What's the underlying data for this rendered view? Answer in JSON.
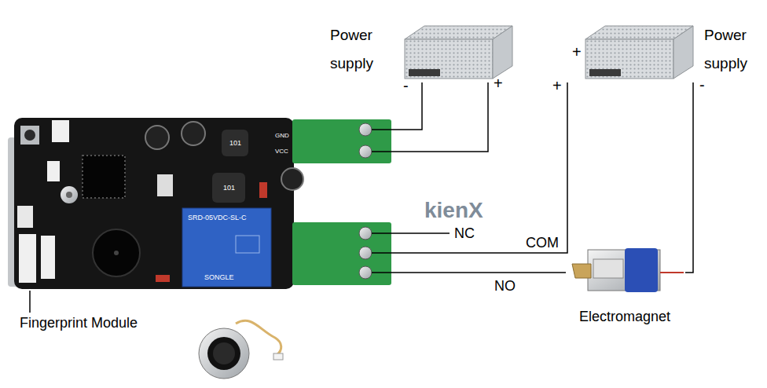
{
  "diagram": {
    "nodes": [
      {
        "text": [
          "Power supply"
        ]
      },
      {
        "text": [
          "Power supply"
        ]
      },
      {
        "text": [
          "GND",
          "VCC",
          "SRD-05VDC-SL-C",
          "SONGLE"
        ]
      },
      {
        "text": [
          "Electromagnet"
        ]
      },
      {
        "text": [
          "Fingerprint Module"
        ]
      }
    ],
    "edges": [
      {
        "from": 0,
        "to": 2,
        "arrow": "none"
      },
      {
        "from": 0,
        "to": 2,
        "arrow": "none"
      },
      {
        "from": 1,
        "to": 2,
        "label": "COM",
        "arrow": "none"
      },
      {
        "from": 2,
        "to": 3,
        "label": "NO",
        "arrow": "none"
      },
      {
        "from": 1,
        "to": 3,
        "arrow": "none"
      },
      {
        "from": 4,
        "to": 2,
        "arrow": "none"
      }
    ],
    "labels": [
      "-",
      "+",
      "+",
      "+",
      "-",
      "NC",
      "101",
      "101",
      "kienX"
    ]
  }
}
